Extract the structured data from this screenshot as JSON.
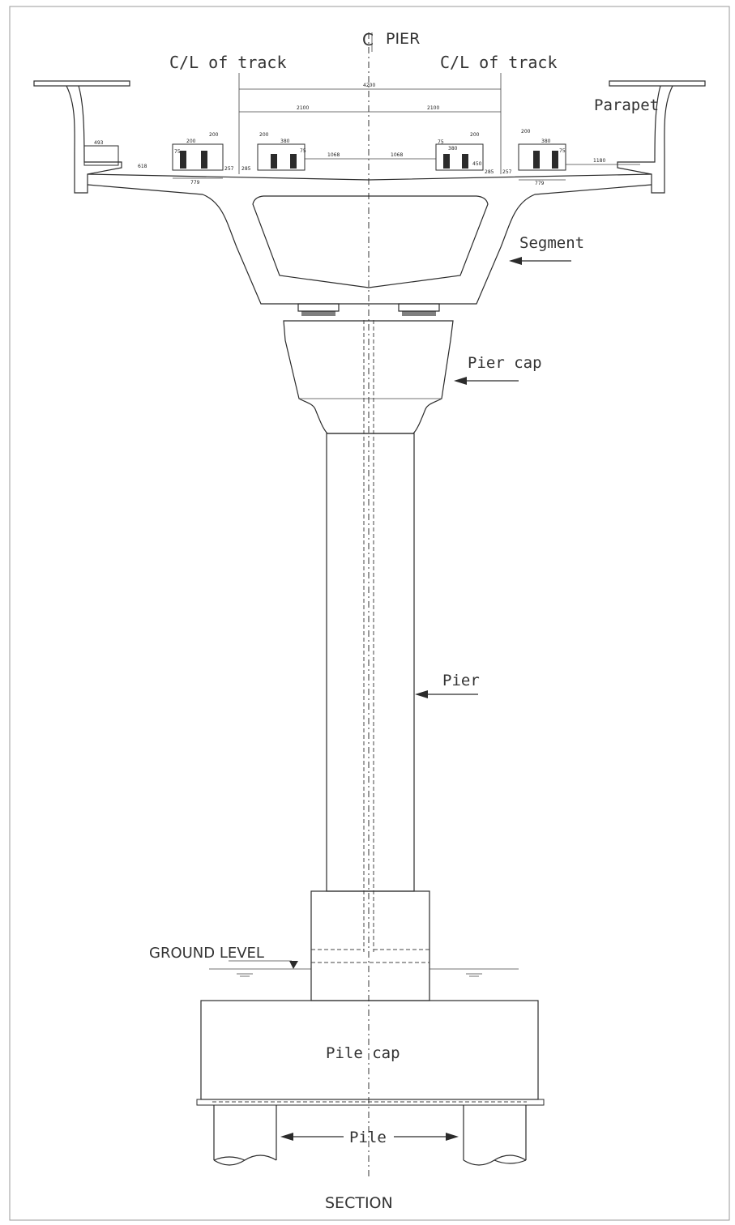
{
  "labels": {
    "centerline_pier": "PIER",
    "cl_track_left": "C/L of track",
    "cl_track_right": "C/L of track",
    "parapet": "Parapet",
    "segment": "Segment",
    "pier_cap": "Pier cap",
    "pier": "Pier",
    "ground_level": "GROUND LEVEL",
    "pile_cap": "Pile cap",
    "pile": "Pile",
    "section": "SECTION"
  },
  "dimensions": {
    "track_spacing": "4200",
    "half_left": "2100",
    "half_right": "2100",
    "left_curb": "493",
    "left_gap": "618",
    "rail_left_top": "200",
    "rail_left_top2": "200",
    "rail_left_75": "75",
    "rail_left_base": "779",
    "left_257": "257",
    "left_285": "285",
    "rail_in_left_top": "200",
    "rail_in_left_380": "380",
    "rail_in_left_75": "75",
    "center_left": "1068",
    "center_right": "1068",
    "rail_in_right_75": "75",
    "rail_in_right_380": "380",
    "rail_in_right_200": "200",
    "rail_in_right_450": "450",
    "right_285": "285",
    "right_257": "257",
    "rail_right_top": "200",
    "rail_right_380": "380",
    "rail_right_75": "75",
    "rail_right_base": "779",
    "right_gap": "1180"
  },
  "colors": {
    "line": "#2b2b2b",
    "text": "#333333",
    "background": "#ffffff"
  }
}
